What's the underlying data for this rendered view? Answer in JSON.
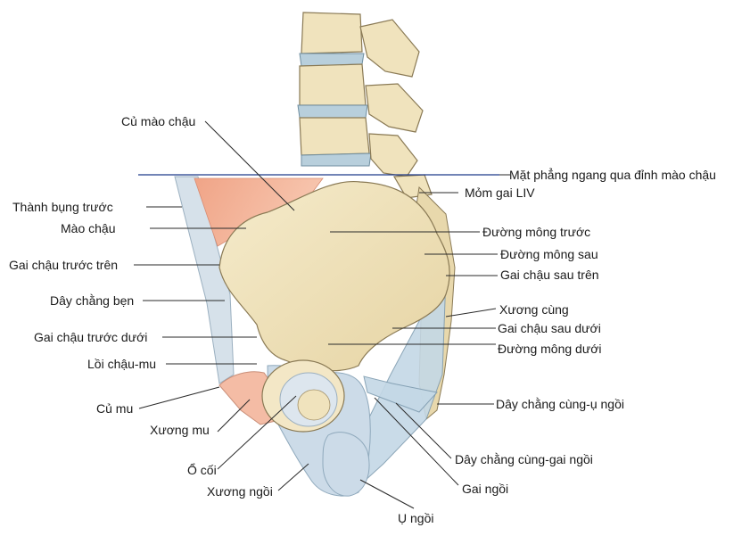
{
  "labels": {
    "cu_mao_chau": "Củ mào chậu",
    "mat_phang": "Mặt phẳng ngang qua đỉnh mào chậu",
    "mom_gai": "Mỏm gai LIV",
    "thanh_bung": "Thành bụng trước",
    "mao_chau": "Mào chậu",
    "duong_mong_truoc": "Đường mông trước",
    "duong_mong_sau": "Đường mông sau",
    "gai_truoc_tren": "Gai chậu trước trên",
    "gai_sau_tren": "Gai chậu sau trên",
    "day_chang_ben": "Dây chằng bẹn",
    "xuong_cung": "Xương cùng",
    "gai_sau_duoi": "Gai chậu sau dưới",
    "gai_truoc_duoi": "Gai chậu trước dưới",
    "duong_mong_duoi": "Đường mông dưới",
    "loi_chau_mu": "Lồi chậu-mu",
    "cu_mu": "Củ mu",
    "cung_u_ngoi": "Dây chằng cùng-ụ ngồi",
    "xuong_mu": "Xương mu",
    "cung_gai_ngoi": "Dây chằng cùng-gai ngồi",
    "o_coi": "Ổ cối",
    "gai_ngoi": "Gai ngồi",
    "xuong_ngoi": "Xương ngồi",
    "u_ngoi": "Ụ ngồi"
  },
  "colors": {
    "bone": "#f0e3bd",
    "cartilage": "#ccdbe8",
    "ligament": "#c4d8e6",
    "muscle": "#ee9f84",
    "plane_line": "#1f3a8a"
  }
}
